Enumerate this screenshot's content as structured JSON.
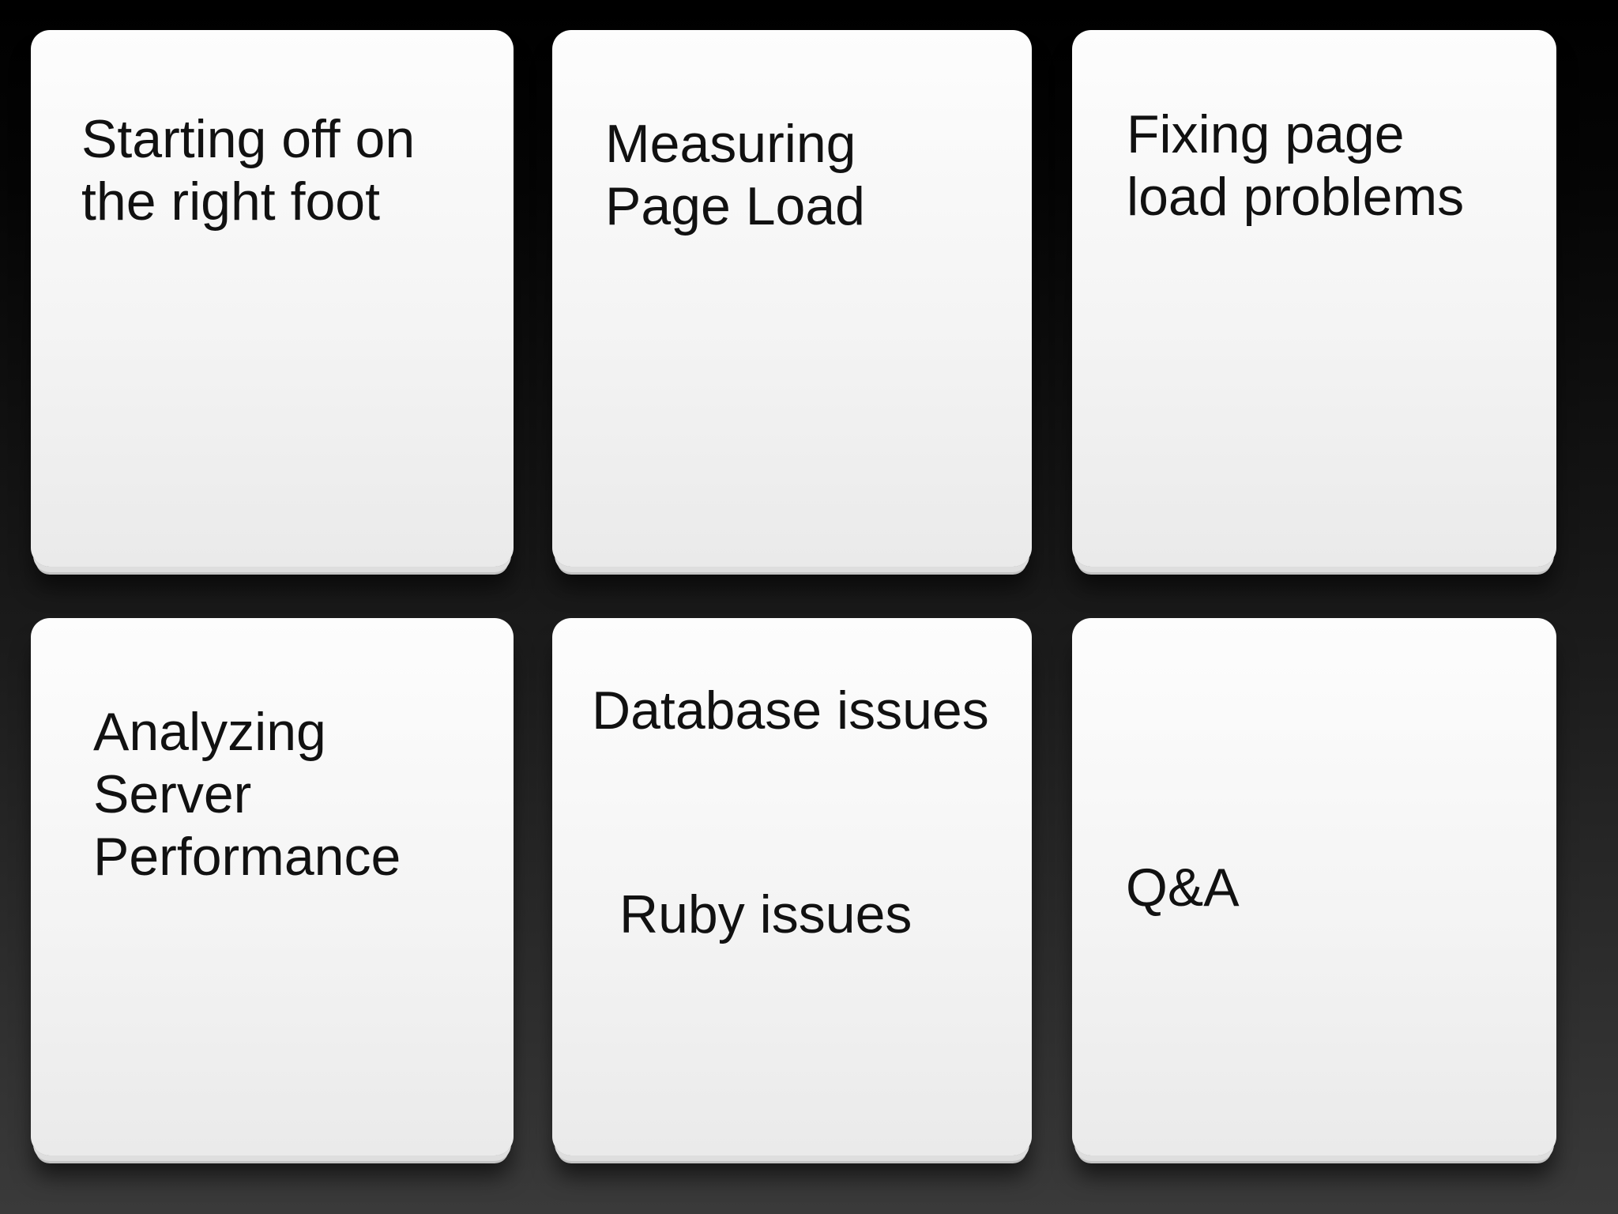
{
  "slide": {
    "background": {
      "top_color": "#000000",
      "bottom_color": "#3a3a3a"
    },
    "card_style": {
      "top_color": "#fdfdfd",
      "bottom_color": "#eaeaea",
      "text_color": "#111111"
    },
    "cards": [
      {
        "id": "starting-off-right-foot",
        "blocks": [
          "Starting off on\nthe right foot"
        ]
      },
      {
        "id": "measuring-page-load",
        "blocks": [
          "Measuring\nPage Load"
        ]
      },
      {
        "id": "fixing-page-load-problems",
        "blocks": [
          "Fixing page\nload problems"
        ]
      },
      {
        "id": "analyzing-server-performance",
        "blocks": [
          "Analyzing\nServer\nPerformance"
        ]
      },
      {
        "id": "database-and-ruby-issues",
        "blocks": [
          "Database issues",
          "Ruby issues"
        ]
      },
      {
        "id": "q-and-a",
        "blocks": [
          "Q&A"
        ]
      }
    ]
  }
}
